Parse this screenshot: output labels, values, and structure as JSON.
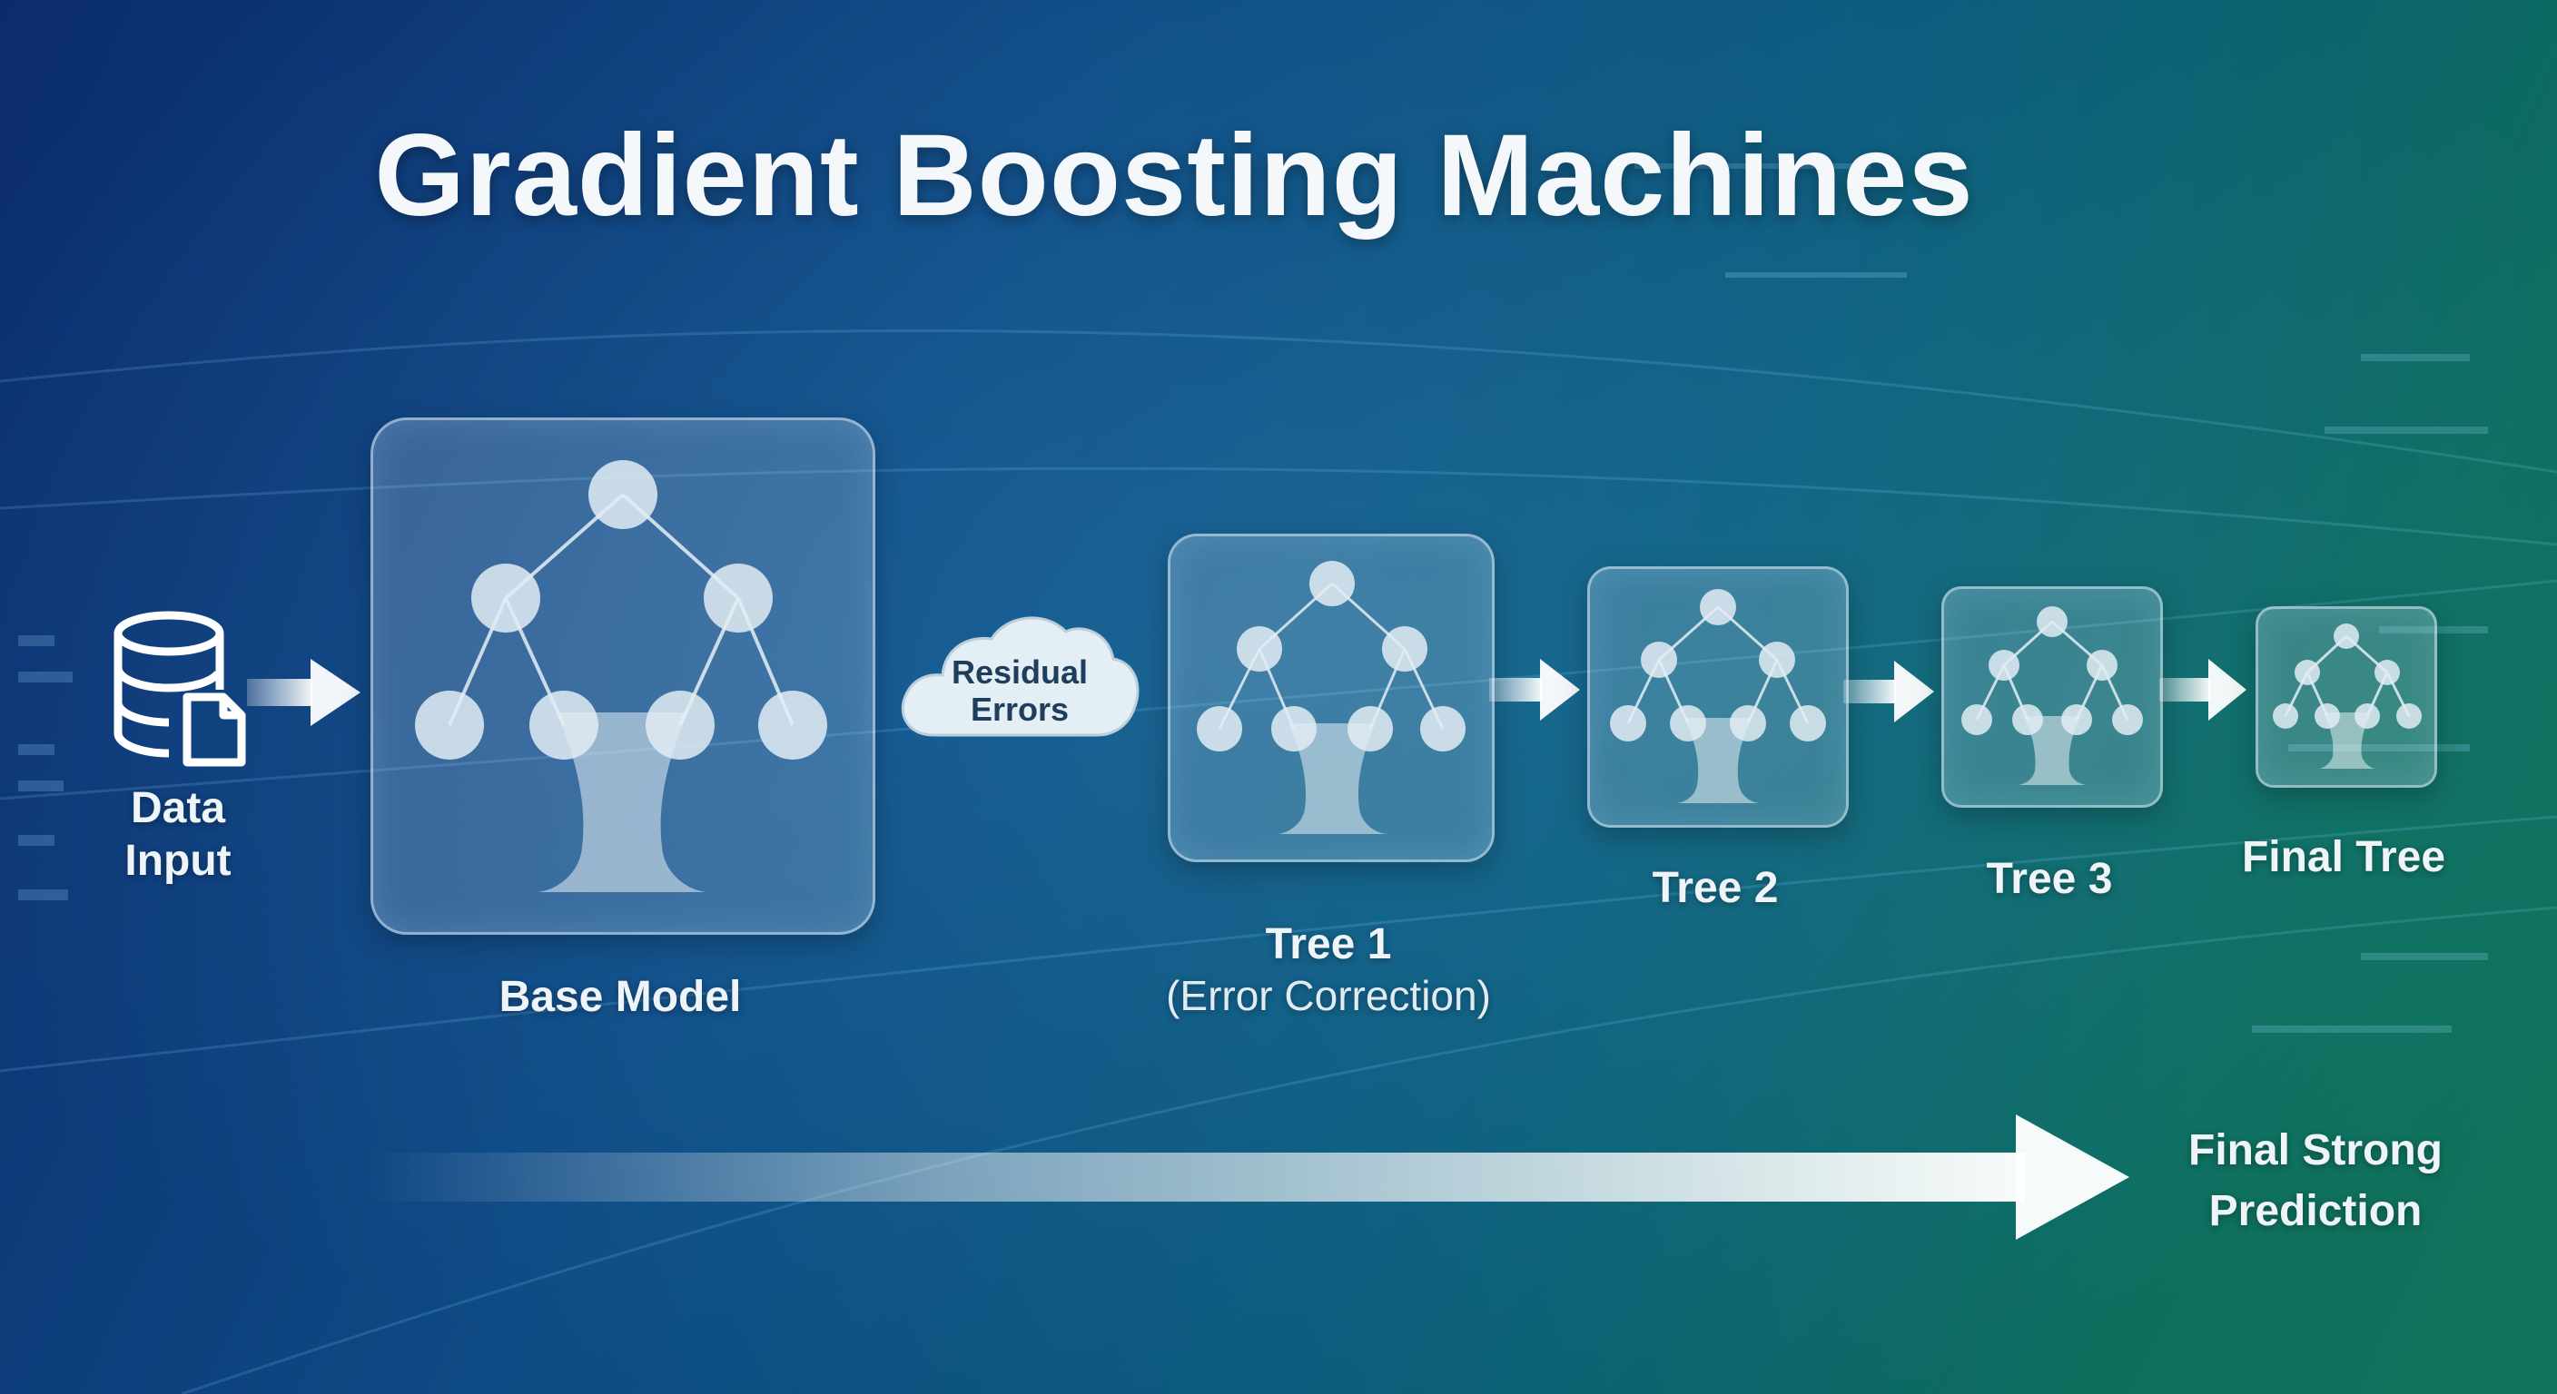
{
  "title": "Gradient Boosting Machines",
  "data_input": {
    "icon": "database-icon",
    "label_line1": "Data",
    "label_line2": "Input"
  },
  "residual": {
    "line1": "Residual",
    "line2": "Errors"
  },
  "stages": [
    {
      "label": "Base Model",
      "sublabel": ""
    },
    {
      "label": "Tree 1",
      "sublabel": "(Error Correction)"
    },
    {
      "label": "Tree 2",
      "sublabel": ""
    },
    {
      "label": "Tree 3",
      "sublabel": ""
    },
    {
      "label": "Final Tree",
      "sublabel": ""
    }
  ],
  "final": {
    "line1": "Final Strong",
    "line2": "Prediction"
  },
  "colors": {
    "bg_start": "#0b2b6e",
    "bg_end": "#11745a",
    "node": "#d9e6ef",
    "text": "#eef4f8"
  }
}
